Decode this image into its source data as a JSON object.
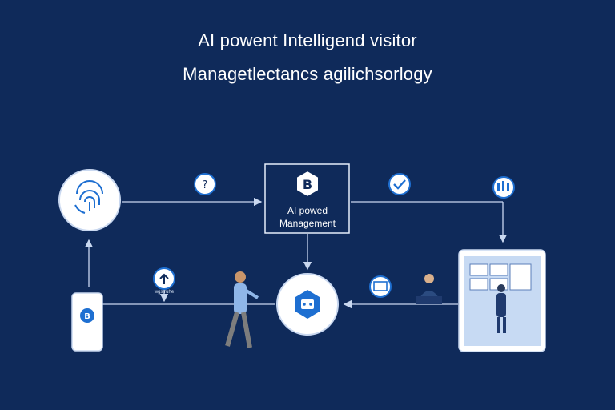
{
  "title": {
    "line1": "AI powent Intelligend visitor",
    "line2": "Managetlectancs agilichsorlogy"
  },
  "center_box": {
    "line1": "AI powed",
    "line2": "Management"
  },
  "small_caption": "wgs ruhe",
  "colors": {
    "background": "#0f2a5a",
    "node_fill": "#ffffff",
    "accent": "#1e6fd1",
    "connector": "#c9d8f0"
  },
  "icons": {
    "top_left_node": "fingerprint-scan-icon",
    "top_center_box": "bot-shield-icon",
    "bottom_center_node": "hexagon-robot-icon",
    "left_device": "phone-badge-icon",
    "right_device": "tablet-dashboard-icon"
  }
}
